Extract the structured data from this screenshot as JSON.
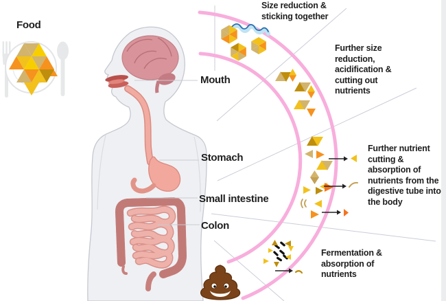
{
  "labels": {
    "food": "Food",
    "mouth": "Mouth",
    "stomach": "Stomach",
    "small_intestine": "Small intestine",
    "colon": "Colon"
  },
  "annotations": {
    "mouth": "Size reduction &\nsticking together",
    "stomach": "Further size\nreduction,\nacidification &\ncutting out\nnutrients",
    "small_intestine": "Further nutrient\ncutting &\nabsorption of\nnutrients from the\ndigestive tube into\nthe body",
    "colon": "Fermentation &\nabsorption of\nnutrients"
  },
  "icons": {
    "plate": "plate-with-cutlery-icon",
    "food_particles": "food-particle-mosaic-icon",
    "body": "human-body-digestive-tract-illustration",
    "tube": "digestive-tube-arc",
    "saliva": "saliva-wave-icon",
    "bacteria": "gut-bacteria-icon",
    "poop": "poop-icon",
    "absorption_arrows": "absorption-arrow-icon"
  },
  "colors": {
    "tube_pink": "#F8AEDC",
    "gold": "#F2C11C",
    "bright_gold": "#F7CE00",
    "dark_gold": "#BE8E0C",
    "tan": "#D2B46C",
    "dark_tan": "#C3A055",
    "orange": "#F6921E",
    "deep_orange": "#F4731C",
    "saliva_light": "#BFE3F3",
    "saliva_dark": "#2A6FB0",
    "body_fill": "#EFF0F3",
    "body_line": "#C5C8D0",
    "brain_pink": "#D8949A",
    "organ_salmon": "#F2A89D",
    "intestine_pink": "#ECA9A2",
    "colon_rose": "#C8807D",
    "text": "#1E1E1E",
    "arrow_black": "#222222",
    "line_gray": "#CBCDD8"
  }
}
